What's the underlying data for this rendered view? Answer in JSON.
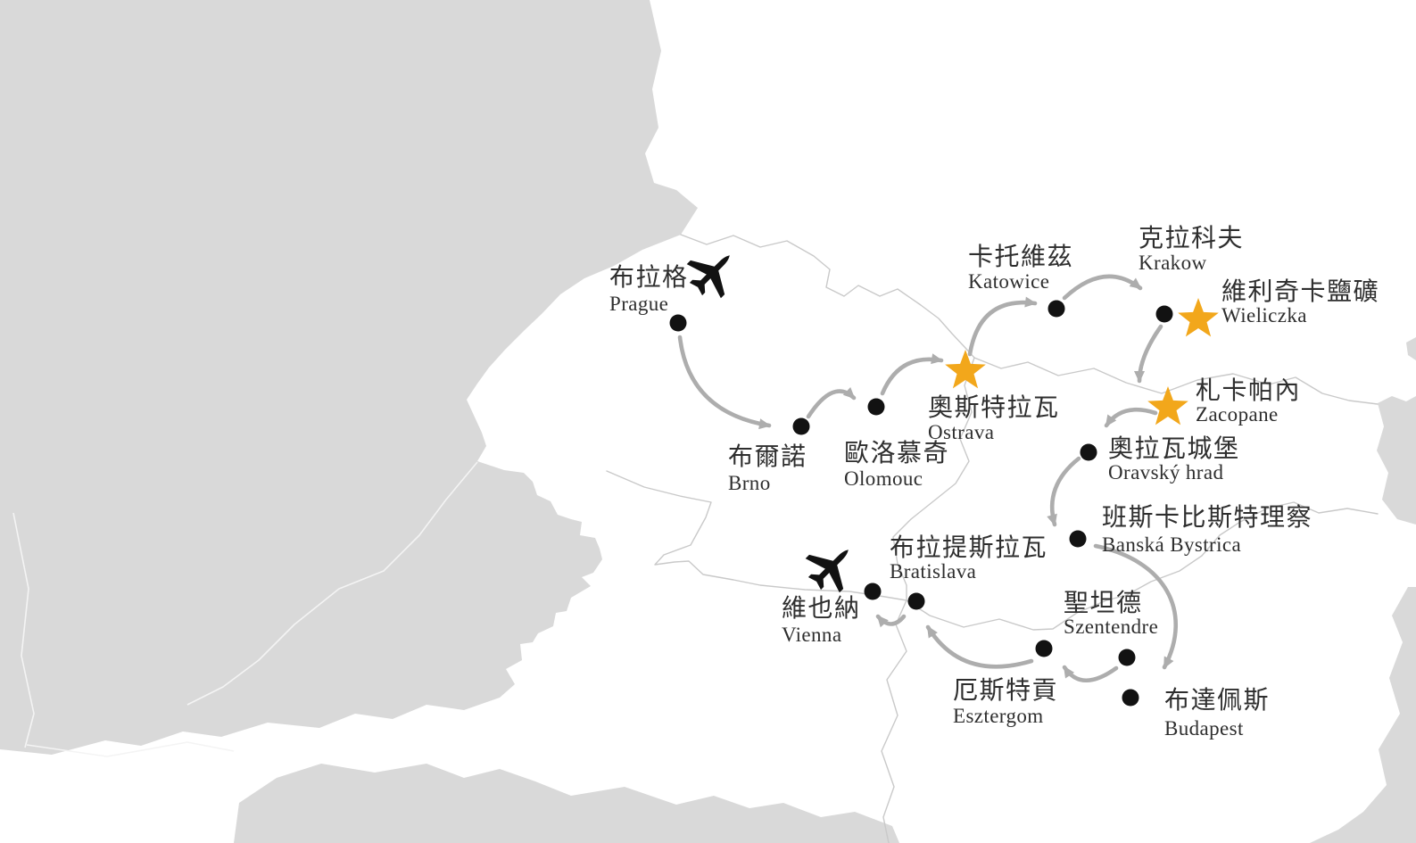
{
  "map_title": "Central Europe travel itinerary map (Czechia, Poland, Slovakia, Hungary, Austria)",
  "colors": {
    "land_gray": "#d9d9d9",
    "country_border": "#c9c9c9",
    "route_arrow": "#adadad",
    "city_marker": "#121212",
    "highlight_star": "#f2a71b",
    "label_text": "#2e2e2e",
    "background": "#ffffff"
  },
  "icons": {
    "airplane": "airplane-icon",
    "star": "star-marker-icon",
    "dot": "dot-marker-icon",
    "arrow": "route-arrow-icon"
  },
  "cities": [
    {
      "id": "prague",
      "zh": "布拉格",
      "en": "Prague",
      "marker": "dot",
      "airplane": true
    },
    {
      "id": "brno",
      "zh": "布爾諾",
      "en": "Brno",
      "marker": "dot",
      "airplane": false
    },
    {
      "id": "olomouc",
      "zh": "歐洛慕奇",
      "en": "Olomouc",
      "marker": "dot",
      "airplane": false
    },
    {
      "id": "ostrava",
      "zh": "奧斯特拉瓦",
      "en": "Ostrava",
      "marker": "star",
      "airplane": false
    },
    {
      "id": "katowice",
      "zh": "卡托維茲",
      "en": "Katowice",
      "marker": "dot",
      "airplane": false
    },
    {
      "id": "krakow",
      "zh": "克拉科夫",
      "en": "Krakow",
      "marker": "dot",
      "airplane": false
    },
    {
      "id": "wieliczka",
      "zh": "維利奇卡鹽礦",
      "en": "Wieliczka",
      "marker": "star",
      "airplane": false
    },
    {
      "id": "zacopane",
      "zh": "札卡帕內",
      "en": "Zacopane",
      "marker": "star",
      "airplane": false
    },
    {
      "id": "oravsky",
      "zh": "奧拉瓦城堡",
      "en": "Oravský hrad",
      "marker": "dot",
      "airplane": false
    },
    {
      "id": "banska",
      "zh": "班斯卡比斯特理察",
      "en": "Banská Bystrica",
      "marker": "dot",
      "airplane": false
    },
    {
      "id": "budapest",
      "zh": "布達佩斯",
      "en": "Budapest",
      "marker": "dot",
      "airplane": false
    },
    {
      "id": "szentendre",
      "zh": "聖坦德",
      "en": "Szentendre",
      "marker": "dot",
      "airplane": false
    },
    {
      "id": "esztergom",
      "zh": "厄斯特貢",
      "en": "Esztergom",
      "marker": "dot",
      "airplane": false
    },
    {
      "id": "bratislava",
      "zh": "布拉提斯拉瓦",
      "en": "Bratislava",
      "marker": "dot",
      "airplane": false
    },
    {
      "id": "vienna",
      "zh": "維也納",
      "en": "Vienna",
      "marker": "dot",
      "airplane": true
    }
  ],
  "routes": [
    [
      "prague",
      "brno"
    ],
    [
      "brno",
      "olomouc"
    ],
    [
      "olomouc",
      "ostrava"
    ],
    [
      "ostrava",
      "katowice"
    ],
    [
      "katowice",
      "krakow"
    ],
    [
      "krakow",
      "zacopane"
    ],
    [
      "zacopane",
      "oravsky"
    ],
    [
      "oravsky",
      "banska"
    ],
    [
      "banska",
      "budapest"
    ],
    [
      "szentendre",
      "esztergom"
    ],
    [
      "esztergom",
      "bratislava"
    ],
    [
      "bratislava",
      "vienna"
    ]
  ]
}
